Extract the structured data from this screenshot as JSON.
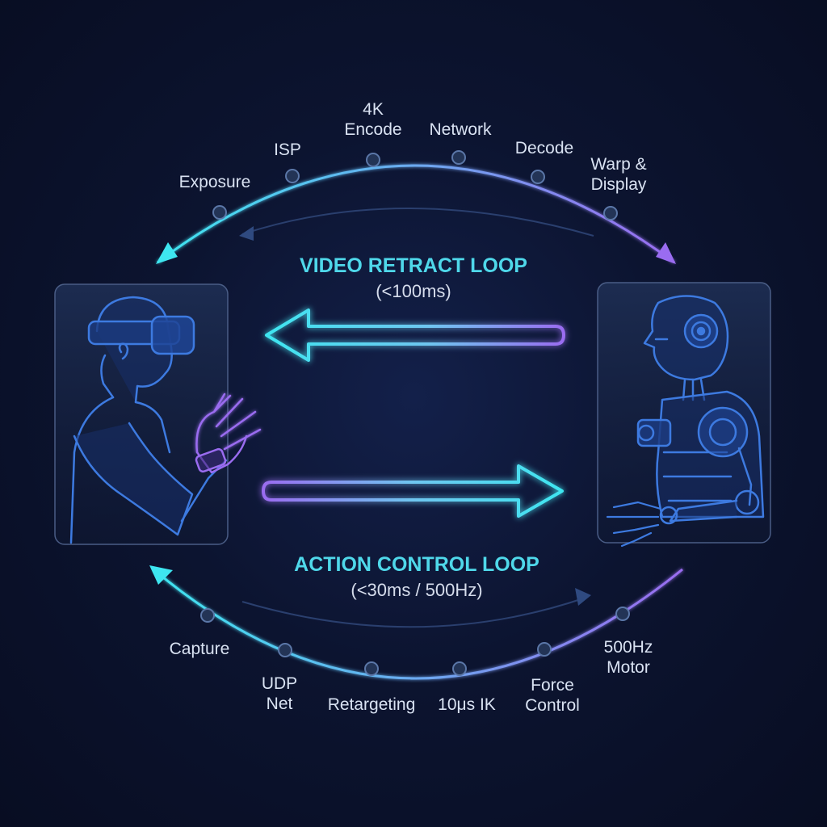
{
  "video_loop": {
    "title": "VIDEO RETRACT LOOP",
    "latency": "(<100ms)",
    "stages": [
      {
        "label": [
          "Exposure"
        ]
      },
      {
        "label": [
          "ISP"
        ]
      },
      {
        "label": [
          "4K",
          "Encode"
        ]
      },
      {
        "label": [
          "Network"
        ]
      },
      {
        "label": [
          "Decode"
        ]
      },
      {
        "label": [
          "Warp &",
          "Display"
        ]
      }
    ]
  },
  "action_loop": {
    "title": "ACTION CONTROL LOOP",
    "latency": "(<30ms / 500Hz)",
    "stages": [
      {
        "label": [
          "Capture"
        ]
      },
      {
        "label": [
          "UDP",
          "Net"
        ]
      },
      {
        "label": [
          "Retargeting"
        ]
      },
      {
        "label": [
          "10μs IK"
        ]
      },
      {
        "label": [
          "Force",
          "Control"
        ]
      },
      {
        "label": [
          "500Hz",
          "Motor"
        ]
      }
    ]
  },
  "colors": {
    "cyan": "#3ee6f0",
    "violet": "#9a6cf0",
    "node_fill": "#233456",
    "node_stroke": "#5b77a8",
    "panel_stroke": "#4a5d86",
    "line_art": "#3d7ae0"
  },
  "figures": {
    "operator_icon": "vr-operator-icon",
    "robot_icon": "humanoid-robot-icon"
  }
}
